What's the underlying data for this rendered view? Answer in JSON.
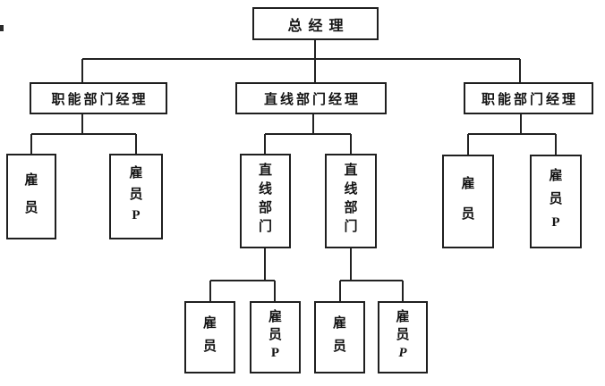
{
  "diagram": {
    "type": "org-chart",
    "root": {
      "label": "总经理"
    },
    "level2": [
      {
        "label": "职能部门经理"
      },
      {
        "label": "直线部门经理"
      },
      {
        "label": "职能部门经理"
      }
    ],
    "level3": [
      {
        "lines": [
          "雇",
          "员"
        ]
      },
      {
        "lines": [
          "雇",
          "员",
          "P"
        ]
      },
      {
        "lines": [
          "直",
          "线",
          "部",
          "门"
        ]
      },
      {
        "lines": [
          "直",
          "线",
          "部",
          "门"
        ]
      },
      {
        "lines": [
          "雇",
          "员"
        ]
      },
      {
        "lines": [
          "雇",
          "员",
          "P"
        ]
      }
    ],
    "level4": [
      {
        "lines": [
          "雇",
          "员"
        ]
      },
      {
        "lines": [
          "雇",
          "员",
          "P"
        ]
      },
      {
        "lines": [
          "雇",
          "员"
        ]
      },
      {
        "lines": [
          "雇",
          "员",
          "P"
        ]
      }
    ],
    "colors": {
      "line": "#222222",
      "border": "#1f1f1f",
      "text": "#141414",
      "background": "#ffffff"
    }
  }
}
